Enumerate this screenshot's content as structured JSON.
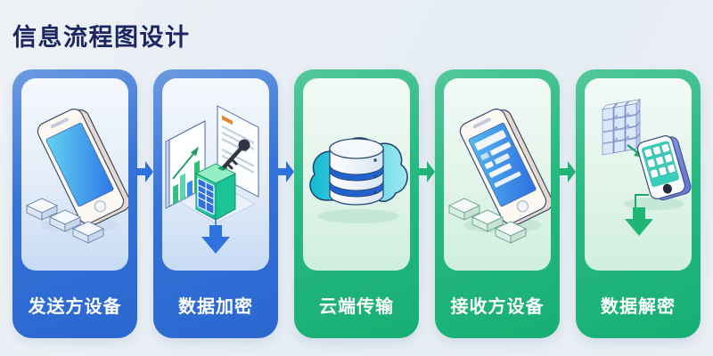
{
  "title": "信息流程图设计",
  "colors": {
    "background": "#E9EEF4",
    "title_text": "#1C2660",
    "card_blue": "#2E6FD6",
    "card_green": "#24B780",
    "arrow_blue": "#2D72DF",
    "arrow_green": "#1FB574",
    "label_text": "#FFFFFF"
  },
  "flow": {
    "cards": [
      {
        "label": "发送方设备",
        "theme": "blue",
        "icon": "smartphone-isometric-icon"
      },
      {
        "label": "数据加密",
        "theme": "blue",
        "icon": "encryption-key-chart-icon"
      },
      {
        "label": "云端传输",
        "theme": "green",
        "icon": "cloud-database-icon"
      },
      {
        "label": "接收方设备",
        "theme": "green",
        "icon": "smartphone-list-icon"
      },
      {
        "label": "数据解密",
        "theme": "green",
        "icon": "cubes-keypad-icon"
      }
    ],
    "connectors": [
      {
        "direction": "right",
        "color": "#2D72DF"
      },
      {
        "direction": "right",
        "color": "#2D72DF"
      },
      {
        "direction": "right",
        "color": "#1FB574"
      },
      {
        "direction": "right",
        "color": "#1FB574"
      }
    ]
  }
}
